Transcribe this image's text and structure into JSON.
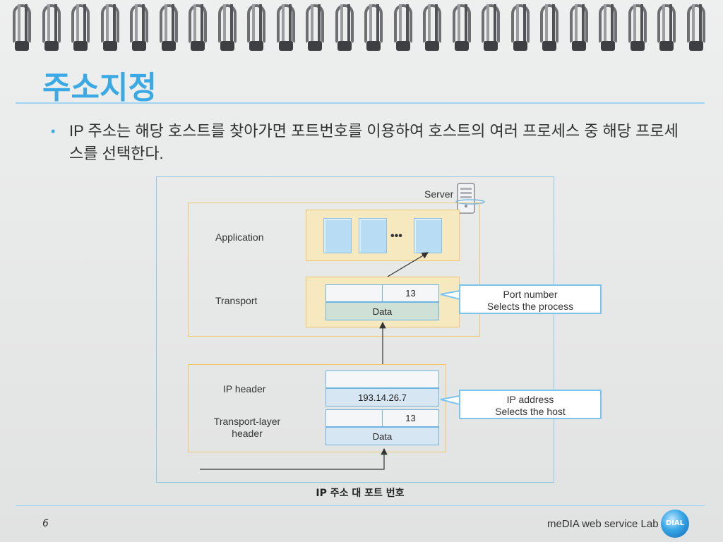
{
  "slide": {
    "title": "주소지정",
    "bullet": "IP 주소는 해당 호스트를 찾아가면 포트번호를 이용하여 호스트의 여러 프로세스 중 해당 프로세스를 선택한다.",
    "page_number": "6",
    "footer": "meDIA web service Lab",
    "logo_text": "DIAL"
  },
  "diagram": {
    "server_label": "Server",
    "application_label": "Application",
    "ellipsis": "•••",
    "transport_label": "Transport",
    "port_value": "13",
    "data_label": "Data",
    "port_callout_line1": "Port number",
    "port_callout_line2": "Selects the process",
    "ip_header_label": "IP header",
    "ip_value": "193.14.26.7",
    "transport_header_label_line1": "Transport-layer",
    "transport_header_label_line2": "header",
    "port_value_lower": "13",
    "data_label_lower": "Data",
    "ip_callout_line1": "IP address",
    "ip_callout_line2": "Selects the host",
    "caption": "IP 주소 대 포트 번호"
  }
}
